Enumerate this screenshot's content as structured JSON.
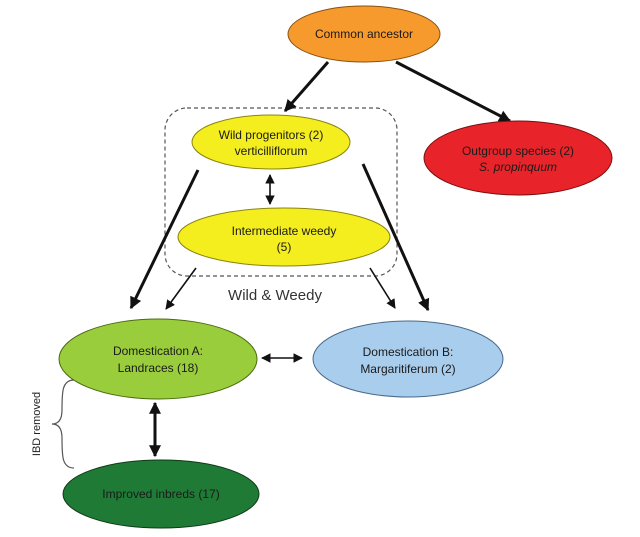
{
  "nodes": {
    "common_ancestor": {
      "line1": "Common ancestor",
      "fill": "#f79a2e"
    },
    "outgroup": {
      "line1": "Outgroup species (2)",
      "line2": "S. propinquum",
      "fill": "#e8242a"
    },
    "wild_progenitors": {
      "line1": "Wild progenitors (2)",
      "line2": "verticilliflorum",
      "fill": "#f4ee1e"
    },
    "intermediate_weedy": {
      "line1": "Intermediate weedy",
      "line2": "(5)",
      "fill": "#f4ee1e"
    },
    "domestication_a": {
      "line1": "Domestication A:",
      "line2": "Landraces (18)",
      "fill": "#9acd3c"
    },
    "domestication_b": {
      "line1": "Domestication B:",
      "line2": "Margaritiferum (2)",
      "fill": "#a9cdec"
    },
    "improved_inbreds": {
      "line1": "Improved inbreds (17)",
      "fill": "#1f7a35"
    }
  },
  "group": {
    "label": "Wild & Weedy"
  },
  "bracket": {
    "label": "IBD removed"
  }
}
